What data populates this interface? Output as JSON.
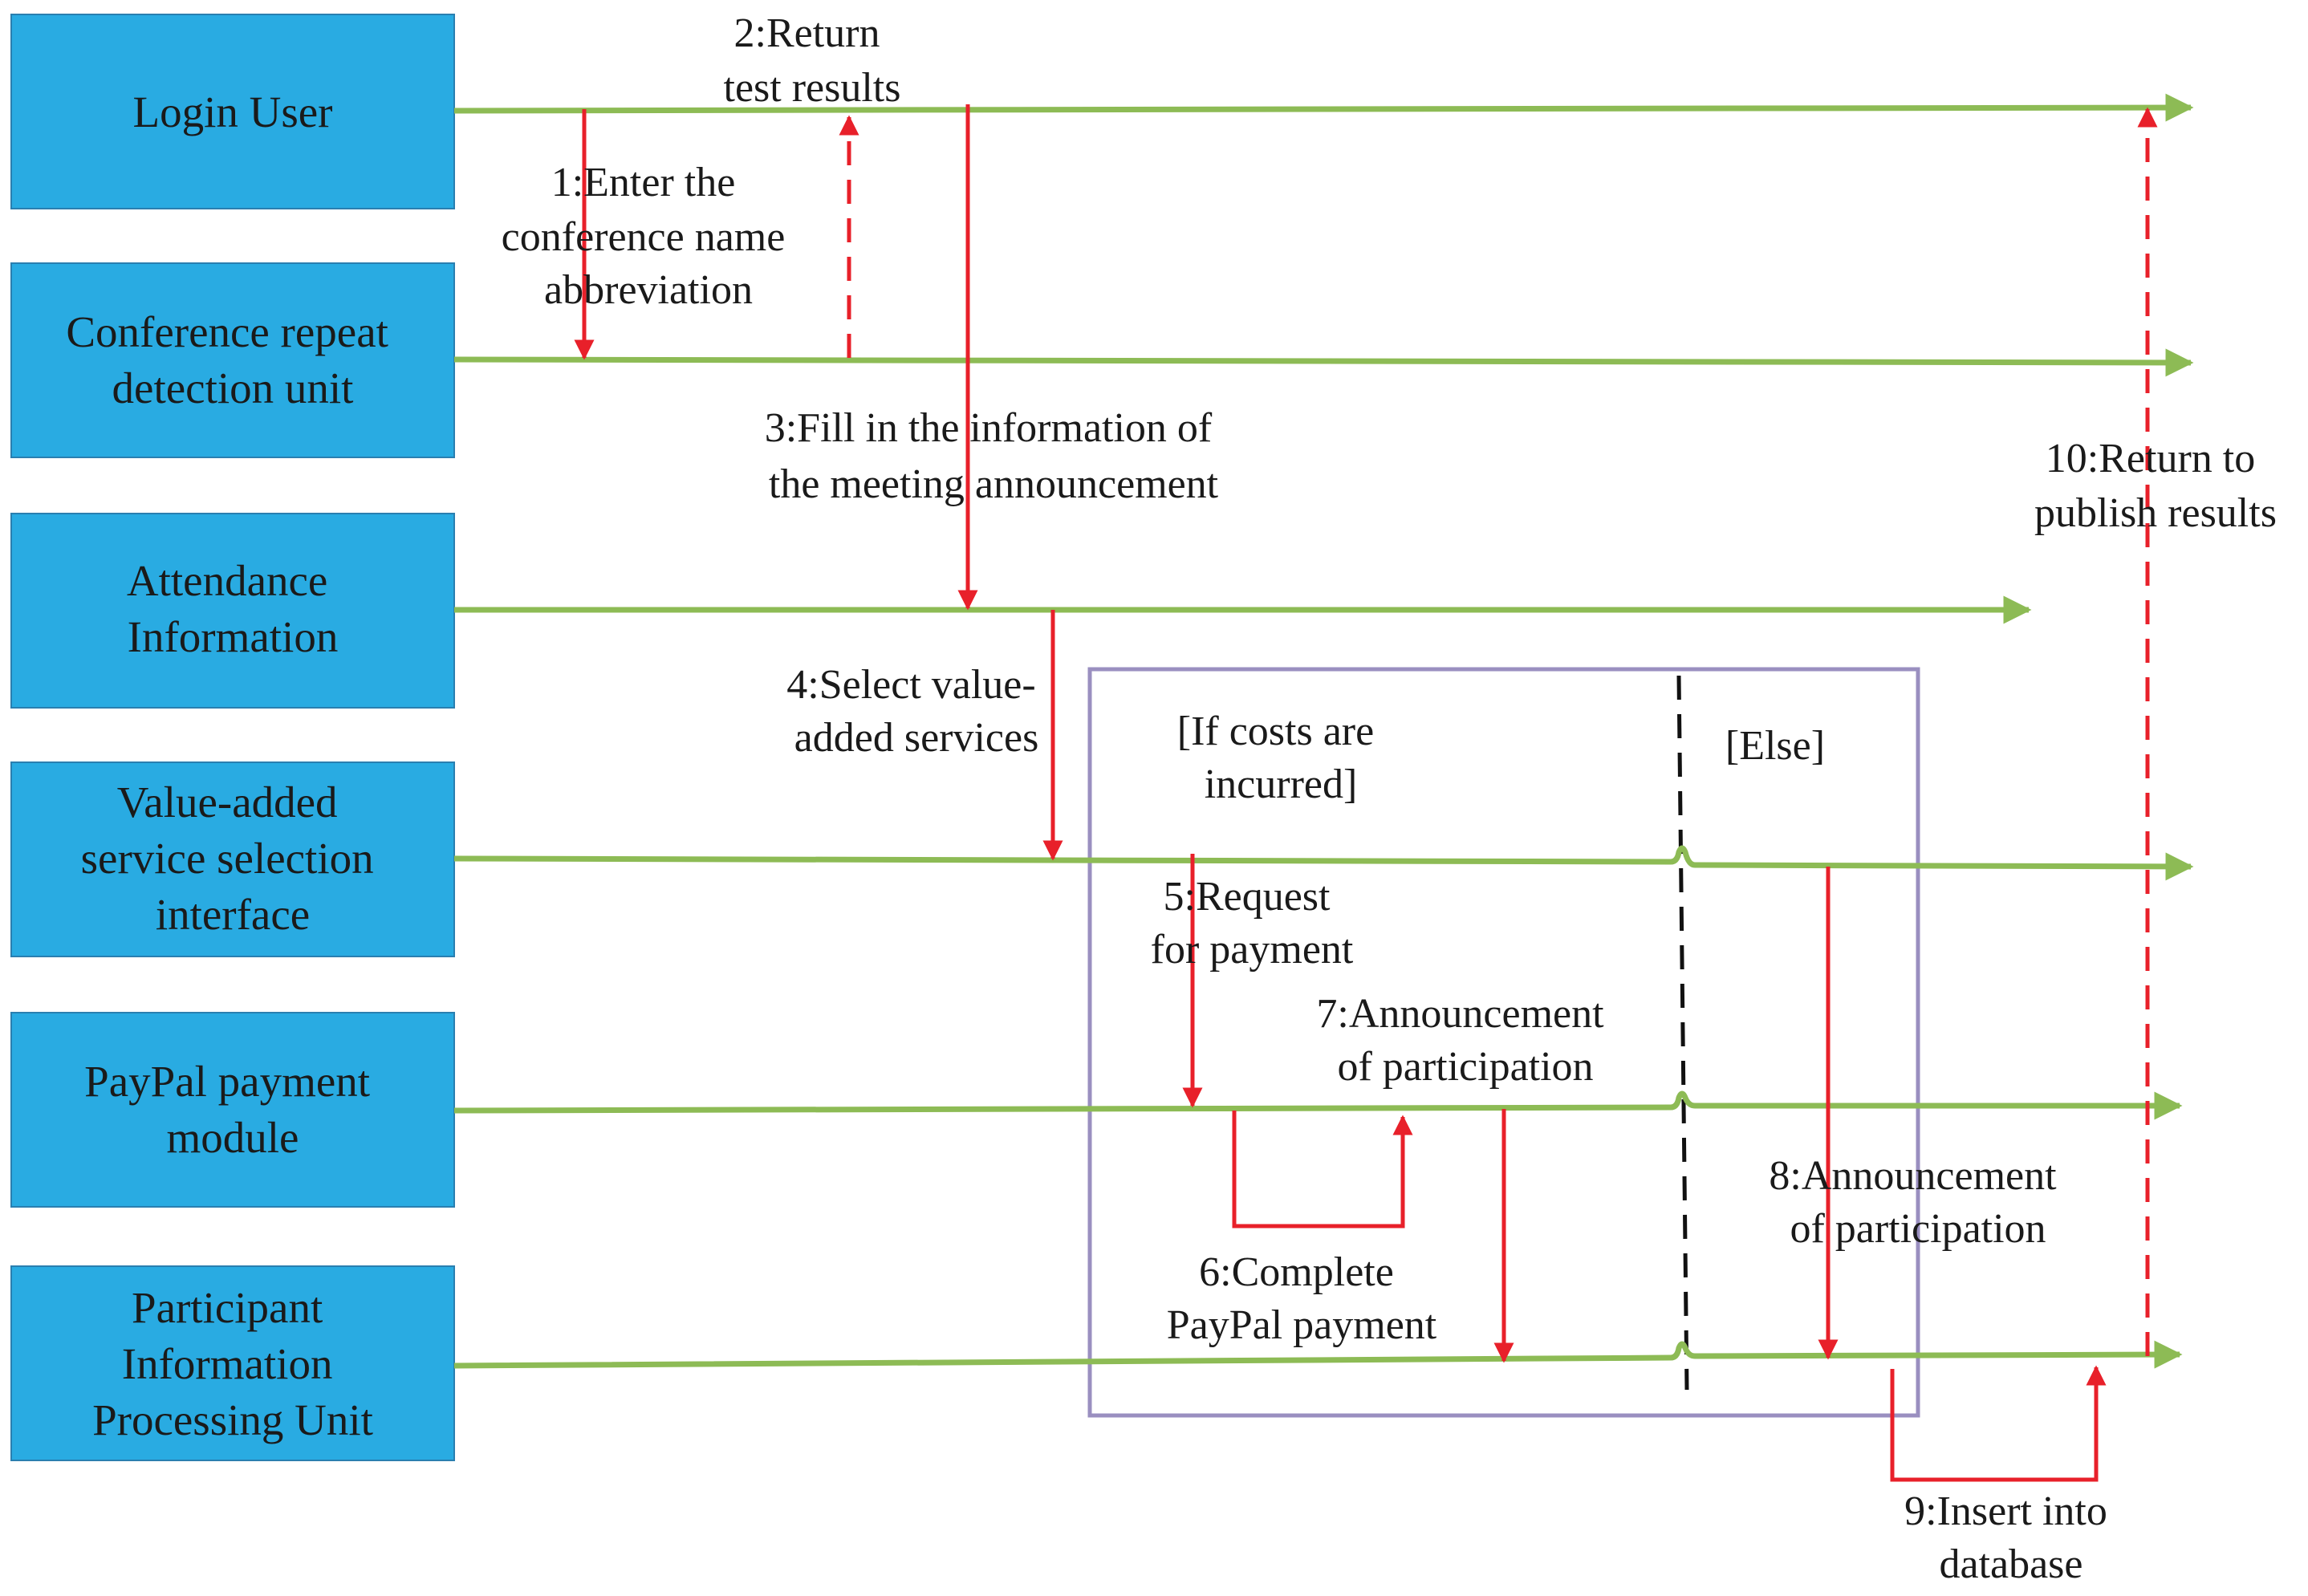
{
  "lanes": [
    {
      "lines": [
        "Login User"
      ]
    },
    {
      "lines": [
        "Conference repeat",
        "detection unit"
      ]
    },
    {
      "lines": [
        "Attendance",
        "Information"
      ]
    },
    {
      "lines": [
        "Value-added",
        "service selection",
        "interface"
      ]
    },
    {
      "lines": [
        "PayPal payment",
        "module"
      ]
    },
    {
      "lines": [
        "Participant",
        "Information",
        "Processing Unit"
      ]
    }
  ],
  "messages": {
    "m1": [
      "1:Enter the",
      "conference name",
      "abbreviation"
    ],
    "m2": [
      "2:Return",
      "test results"
    ],
    "m3": [
      "3:Fill in the information of",
      "the meeting announcement"
    ],
    "m4": [
      "4:Select value-",
      "added services"
    ],
    "m5": [
      "5:Request",
      "for payment"
    ],
    "m6": [
      "6:Complete",
      "PayPal payment"
    ],
    "m7": [
      "7:Announcement",
      "of participation"
    ],
    "m8": [
      "8:Announcement",
      "of participation"
    ],
    "m9": [
      "9:Insert into",
      "database"
    ],
    "m10": [
      "10:Return to",
      "publish results"
    ]
  },
  "guards": {
    "if": [
      "[If costs are",
      "incurred]"
    ],
    "else": [
      "[Else]"
    ]
  },
  "colors": {
    "lane_fill": "#29abe2",
    "lifeline": "#8dbb55",
    "message": "#e8202a",
    "frame": "#9a8fc0"
  }
}
